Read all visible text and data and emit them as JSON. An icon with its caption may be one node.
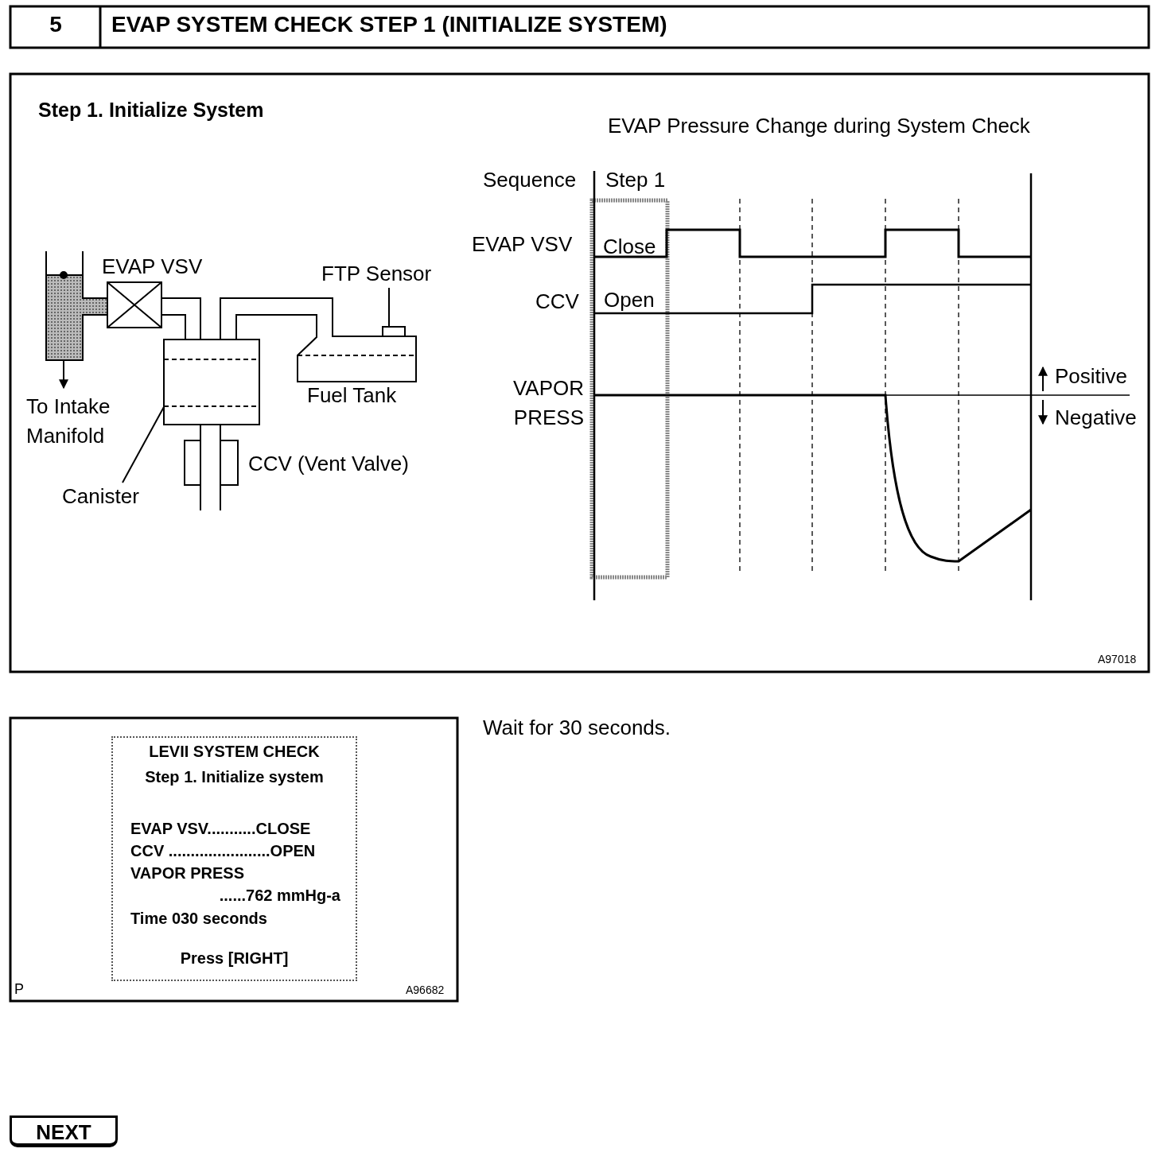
{
  "diagram": {
    "title": "EVAP SYSTEM CHECK STEP 1 (INITIALIZE SYSTEM)",
    "nodes": [
      {
        "text": [
          "FTP Sensor"
        ]
      },
      {
        "text": [],
        "shape": "box"
      },
      {
        "text": [],
        "shape": "box"
      },
      {
        "text": [
          "Canister"
        ]
      },
      {
        "text": [
          "LEVII SYSTEM CHECK",
          "Step 1. Initialize system",
          "EVAP VSV...........CLOSE",
          "CCV .......................OPEN",
          "VAPOR PRESS",
          "......762 mmHg-a",
          "Time 030 seconds",
          "Press [RIGHT]"
        ]
      },
      {
        "text": [
          "NEXT"
        ]
      }
    ],
    "edges": [
      {
        "from": 0,
        "to": 1,
        "arrow": "none"
      },
      {
        "from": 3,
        "to": 2,
        "arrow": "none"
      }
    ],
    "labels": [
      "5",
      "Step 1. Initialize System",
      "EVAP Pressure Change during System Check",
      "Sequence",
      "Step 1",
      "EVAP VSV",
      "Close",
      "EVAP VSV",
      "CCV",
      "Open",
      "VAPOR PRESS",
      "Positive",
      "Fuel Tank",
      "To Intake Manifold",
      "Negative",
      "CCV (Vent Valve)",
      "A97018",
      "Wait for 30 seconds.",
      "P",
      "A96682"
    ]
  }
}
